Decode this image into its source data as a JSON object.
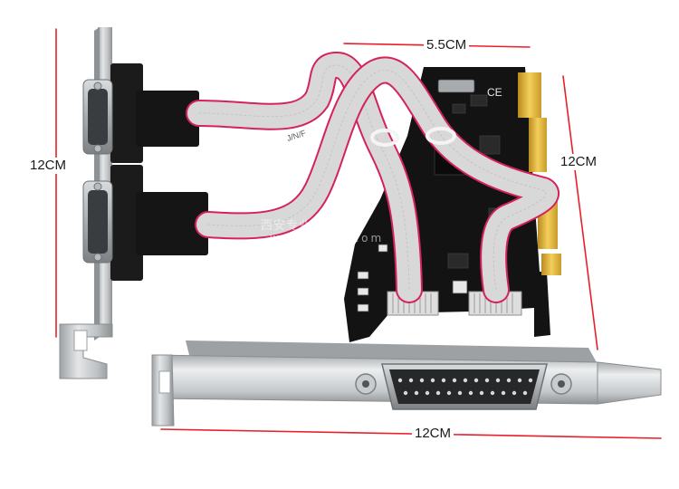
{
  "dimensions": {
    "top_width": "5.5CM",
    "left_height": "12CM",
    "right_height": "12CM",
    "bottom_width": "12CM"
  },
  "watermark": {
    "line1": "西安专业插卡服务",
    "line2": "www.ovxe.com"
  },
  "board_marks": {
    "cable_print": "J/N/F",
    "ce_mark": "CE"
  },
  "colors": {
    "dimension_line": "#e8202a",
    "pcb": "#111111",
    "gold_finger": "#e0b43a",
    "bracket_metal": "#c9ccce",
    "ribbon_cable": "#d8d8d8",
    "ribbon_stripe": "#d4235a"
  }
}
